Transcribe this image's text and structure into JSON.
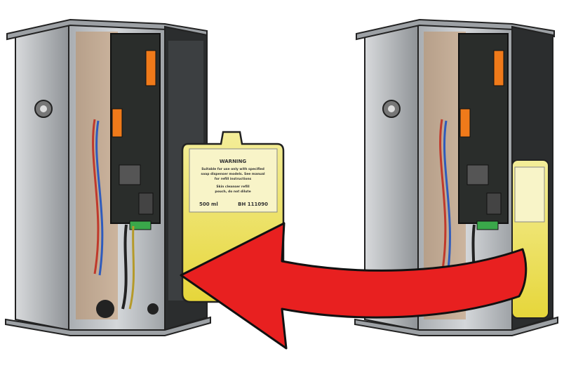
{
  "pouch_label": {
    "lines": [
      "WARNING",
      "Suitable for use only with specified",
      "soap dispenser models. See manual",
      "for refill instructions",
      "Skin cleanser refill",
      "pouch, do not dilute"
    ],
    "volume": "500 ml",
    "code": "BH 111090"
  },
  "colors": {
    "arrow_fill": "#e82020",
    "arrow_stroke": "#111111",
    "pouch_fill": "#f3ec86",
    "pouch_liquid": "#e9dc3c",
    "housing_metal": "#b8bcc0",
    "board_green": "#2a2d2b",
    "connector_orange": "#f07a1a"
  },
  "icons": {
    "arrow": "curved-left-arrow-icon",
    "pouch": "refill-pouch-icon",
    "unit": "dispenser-housing-icon"
  }
}
